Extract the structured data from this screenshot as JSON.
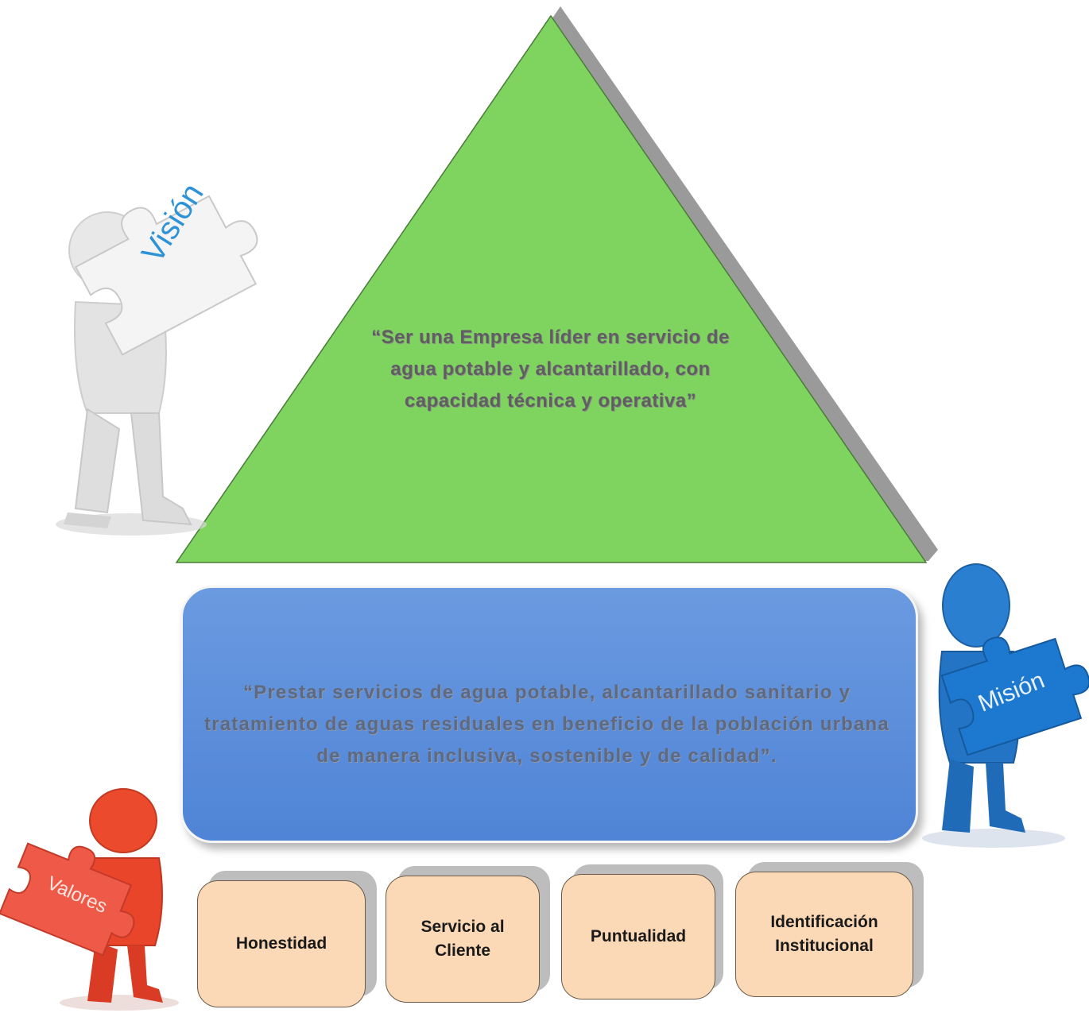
{
  "vision": {
    "puzzle_label": "Visión",
    "statement": "“Ser una Empresa líder en servicio de agua potable y alcantarillado, con capacidad técnica y operativa”"
  },
  "mission": {
    "puzzle_label": "Misión",
    "statement": "“Prestar servicios de agua potable,  alcantarillado sanitario y tratamiento de aguas residuales en beneficio de la población urbana de manera inclusiva, sostenible y de calidad”."
  },
  "values": {
    "puzzle_label": "Valores",
    "items": [
      {
        "label": "Honestidad"
      },
      {
        "label": "Servicio al\nCliente"
      },
      {
        "label": "Puntualidad"
      },
      {
        "label": "Identificación\nInstitucional"
      }
    ]
  },
  "colors": {
    "pyramid_green": "#7fd45f",
    "mission_blue": "#5a8cda",
    "value_peach": "#fbd8b6",
    "vision_figure": "#e6e6e6",
    "mission_figure": "#1f6fc4",
    "values_figure": "#e8432a"
  }
}
